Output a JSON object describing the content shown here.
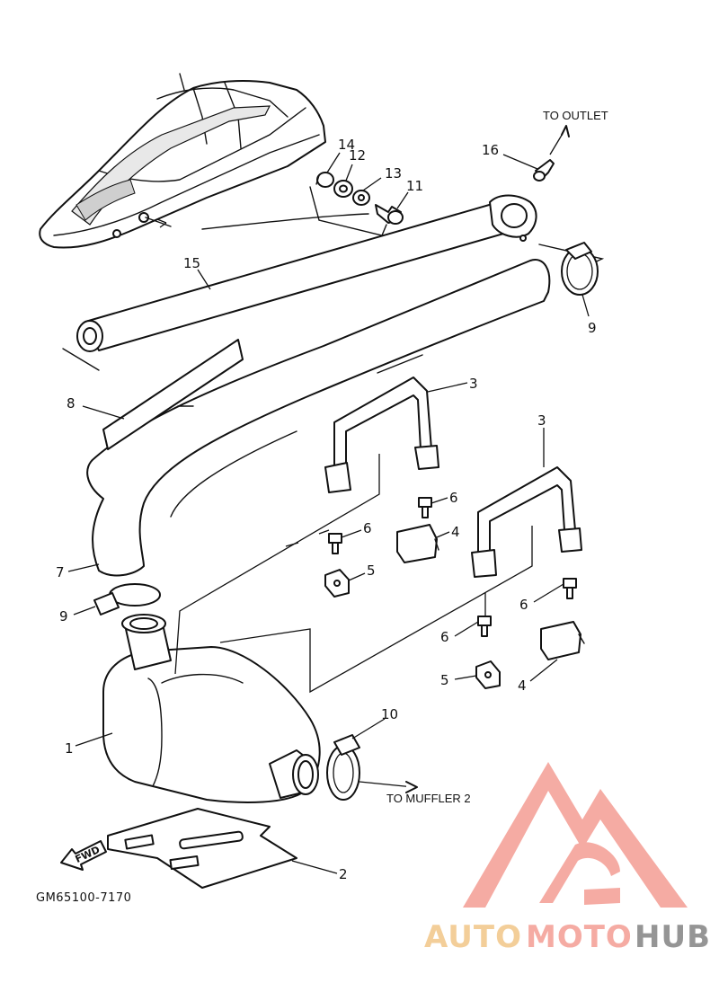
{
  "diagram": {
    "part_code": "GM65100-7170",
    "annotations": {
      "to_outlet": "TO OUTLET",
      "to_muffler": "TO MUFFLER 2",
      "fwd": "FWD"
    },
    "callouts": {
      "muffler_1": "1",
      "plate_2": "2",
      "band_3a": "3",
      "band_3b": "3",
      "damper_4a": "4",
      "damper_4b": "4",
      "bracket_5a": "5",
      "bracket_5b": "5",
      "bolt_6a": "6",
      "bolt_6b": "6",
      "bolt_6c": "6",
      "bolt_6d": "6",
      "hose_7": "7",
      "damper_8": "8",
      "clamp_9a": "9",
      "clamp_9b": "9",
      "clamp_10": "10",
      "fitting_11": "11",
      "nut_12": "12",
      "washer_13": "13",
      "grommet_14": "14",
      "nipple_16": "16",
      "pipe_15": "15"
    }
  },
  "watermark": {
    "part1": "AUTO",
    "part2": "MOTO",
    "part3": "HUB",
    "colors": {
      "auto": "#f2c98f",
      "moto": "#f4a39a",
      "hub": "#8a8a8a",
      "triangle": "#f4a39a"
    }
  }
}
